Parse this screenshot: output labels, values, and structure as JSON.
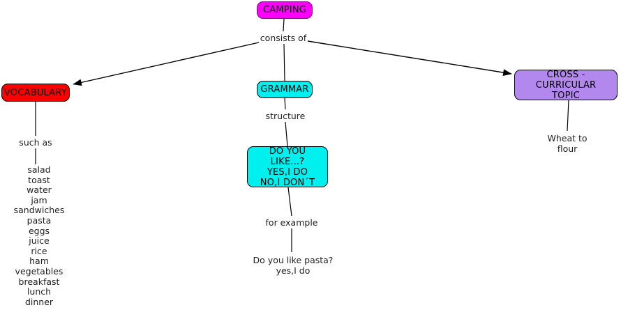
{
  "diagram": {
    "title": "CAMPING concept map",
    "nodes": {
      "camping": {
        "label": "CAMPING",
        "color": "#FF00FF"
      },
      "vocabulary": {
        "label": "VOCABULARY",
        "color": "#FF0000"
      },
      "grammar": {
        "label": "GRAMMAR",
        "color": "#00F0F0"
      },
      "cross_curricular": {
        "label": "CROSS - CURRICULAR\nTOPIC",
        "color": "#B388EE"
      },
      "structure_box": {
        "label": "DO YOU LIKE...?\nYES,I DO\nNO,I DON´T",
        "color": "#00F0F0"
      }
    },
    "edge_labels": {
      "consists_of": "consists of",
      "structure": "structure",
      "for_example": "for example",
      "such_as": "such as"
    },
    "leaf_text": {
      "example": "Do you like pasta?\nyes,I do",
      "wheat": "Wheat to flour"
    },
    "vocabulary_items": [
      "salad",
      "toast",
      "water",
      "jam",
      "sandwiches",
      "pasta",
      "eggs",
      "juice",
      "rice",
      "ham",
      "vegetables",
      "breakfast",
      "lunch",
      "dinner"
    ]
  }
}
